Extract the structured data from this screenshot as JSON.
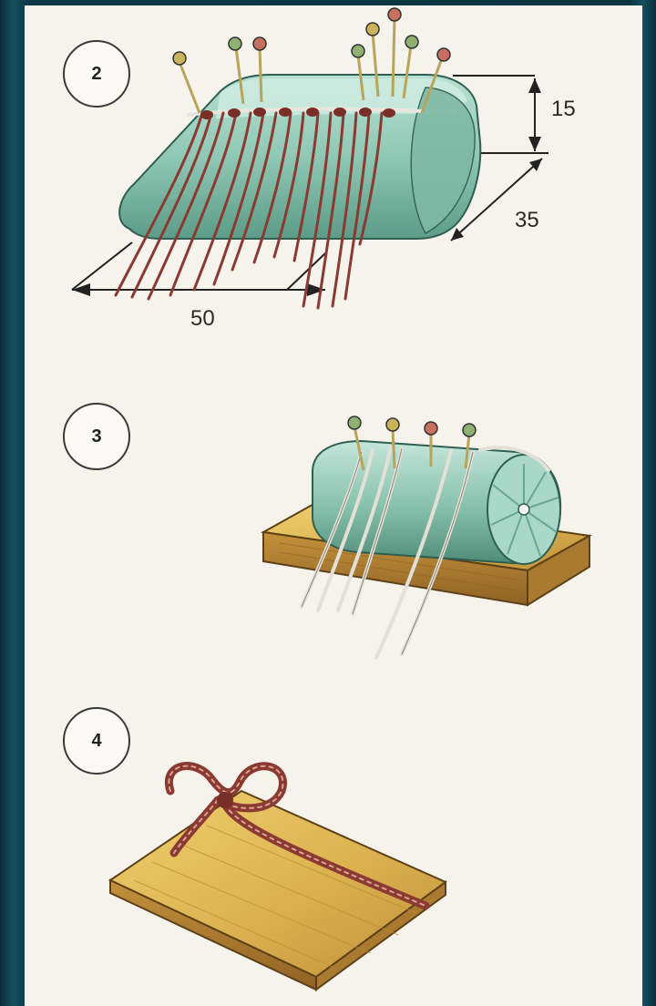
{
  "steps": [
    {
      "label": "2"
    },
    {
      "label": "3"
    },
    {
      "label": "4"
    }
  ],
  "dimensions": {
    "height": "15",
    "depth": "35",
    "width": "50"
  },
  "colors": {
    "cushion": "#8fc8b4",
    "thread_dark": "#8a3a32",
    "thread_light": "#e2e0d8",
    "wood": "#d9b45a",
    "backdrop": "#0e3a48"
  }
}
